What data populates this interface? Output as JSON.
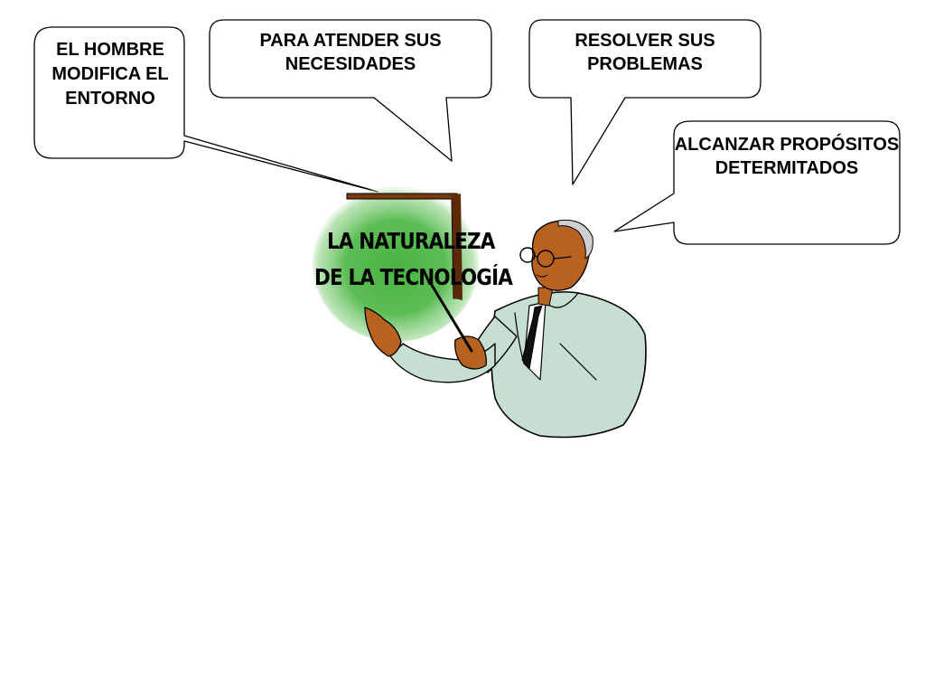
{
  "slide": {
    "callouts": [
      {
        "id": "hombre",
        "text": "EL HOMBRE MODIFICA EL ENTORNO"
      },
      {
        "id": "atender",
        "text": "PARA ATENDER SUS NECESIDADES"
      },
      {
        "id": "resolver",
        "text": "RESOLVER SUS PROBLEMAS"
      },
      {
        "id": "alcanzar",
        "text": "ALCANZAR PROPÓSITOS DETERMITADOS"
      }
    ],
    "board": {
      "line1": "LA  NATURALEZA",
      "line2": "DE  LA  TECNOLOGÍA"
    }
  },
  "colors": {
    "board_green": "#4fb848",
    "board_frame": "#7a3a10",
    "suit": "#bfd9c9",
    "skin": "#b8621f",
    "outline": "#000000"
  },
  "icons": [
    "teacher-illustration",
    "pointer-stick"
  ]
}
